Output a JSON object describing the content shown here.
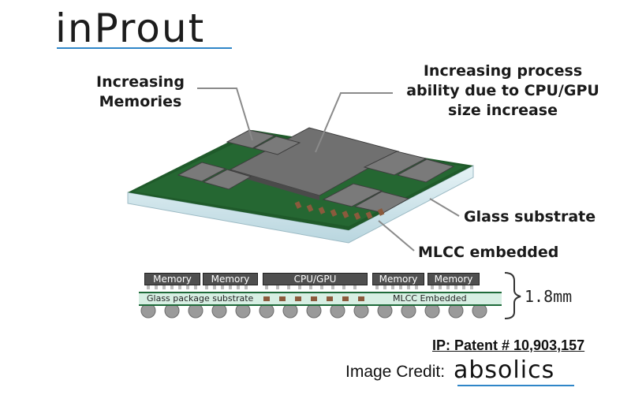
{
  "logo": {
    "text": "inProut"
  },
  "labels": {
    "memories": "Increasing Memories",
    "process": "Increasing process ability due to CPU/GPU size increase",
    "glass": "Glass substrate",
    "mlcc": "MLCC embedded"
  },
  "cross_section": {
    "chips": [
      "Memory",
      "Memory",
      "CPU/GPU",
      "Memory",
      "Memory"
    ],
    "substrate_left": "Glass package substrate",
    "substrate_right": "MLCC Embedded",
    "thickness": "1.8mm"
  },
  "footer": {
    "patent": "IP: Patent # 10,903,157",
    "credit_label": "Image Credit:",
    "credit_logo": "absolics"
  },
  "colors": {
    "pcb_green": "#1f5a2a",
    "chip_gray": "#6a6a6a",
    "glass_blue": "#cfe6ee",
    "mlcc_brown": "#8b5a3c",
    "accent_blue": "#2f86c8"
  }
}
